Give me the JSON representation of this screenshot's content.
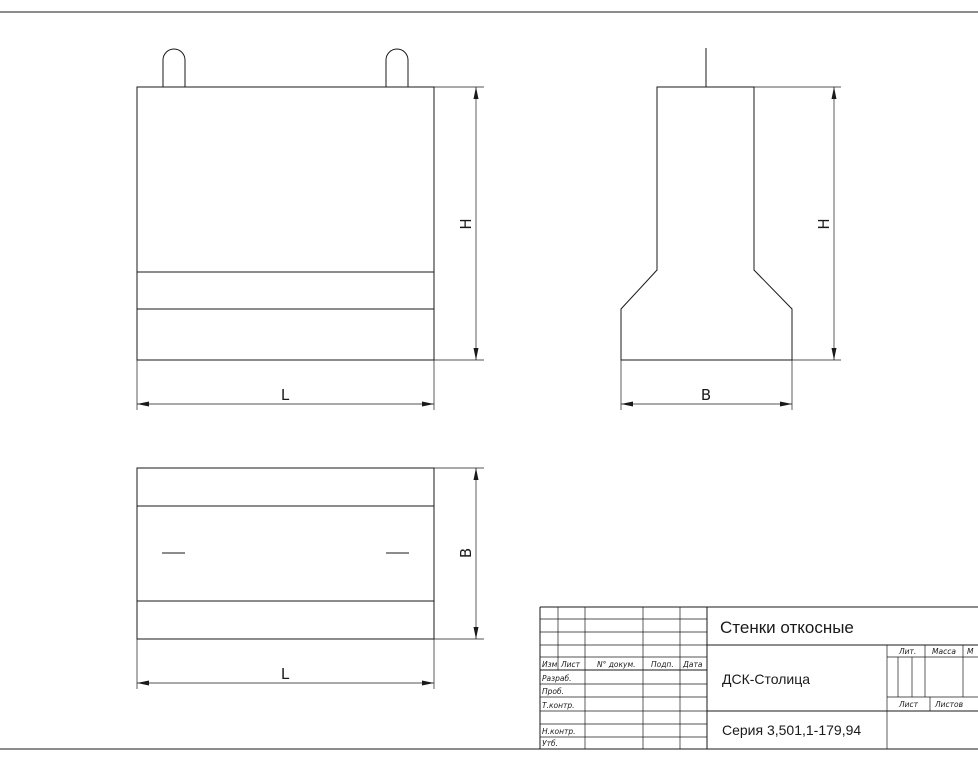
{
  "front_view": {
    "dim_length": "L",
    "dim_height": "H"
  },
  "side_view": {
    "dim_width": "B",
    "dim_height": "H"
  },
  "plan_view": {
    "dim_length": "L",
    "dim_width": "B"
  },
  "title_block": {
    "title": "Стенки откосные",
    "organization": "ДСК-Столица",
    "series": "Серия 3,501,1-179,94",
    "headers": {
      "izm": "Изм",
      "list": "Лист",
      "doc_no": "N° докум.",
      "sign": "Подп.",
      "date": "Дата"
    },
    "roles": {
      "developed": "Разраб.",
      "checked": "Проб.",
      "tech_control": "Т.контр.",
      "norm_control": "Н.контр.",
      "approved": "Утб."
    },
    "stage_headers": {
      "lit": "Лит.",
      "mass": "Масса",
      "scale": "М"
    },
    "sheet_headers": {
      "sheet": "Лист",
      "sheets": "Листов"
    }
  }
}
